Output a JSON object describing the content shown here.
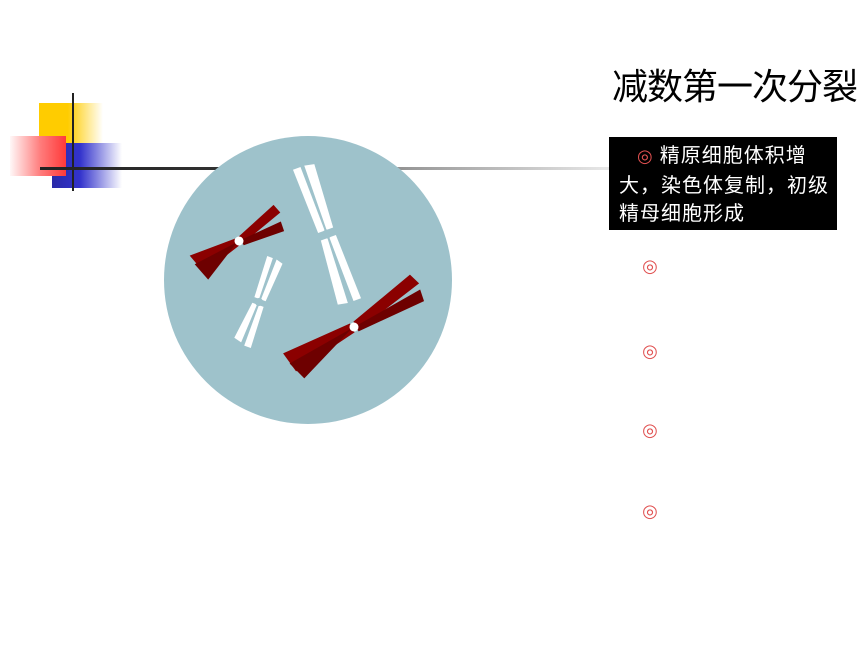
{
  "title": "减数第一次分裂",
  "steps": [
    {
      "bullet_icon": "double-circle-bullet",
      "text": "精原细胞体积增大，染色体复制，初级精母细胞形成"
    },
    {
      "bullet_icon": "double-circle-bullet",
      "text": ""
    },
    {
      "bullet_icon": "double-circle-bullet",
      "text": ""
    },
    {
      "bullet_icon": "double-circle-bullet",
      "text": ""
    },
    {
      "bullet_icon": "double-circle-bullet",
      "text": ""
    }
  ],
  "colors": {
    "cell": "#9ec2cb",
    "chromosome_red": "#8b0000",
    "chromosome_white": "#ffffff",
    "bullet": "#e05050",
    "accent_yellow": "#ffcc00",
    "accent_blue": "#3333cc",
    "accent_red": "#ff4d4d"
  }
}
